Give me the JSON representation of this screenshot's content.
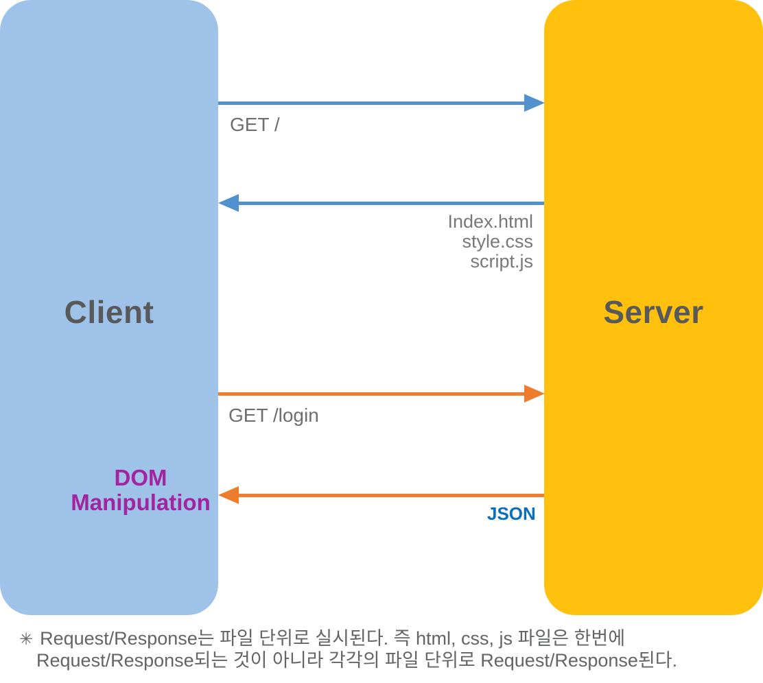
{
  "canvas": {
    "background": "#FFFFFF"
  },
  "client": {
    "label": "Client",
    "fill": "#9FC3E8",
    "text_color": "#58595B"
  },
  "server": {
    "label": "Server",
    "fill": "#FFC00E",
    "text_color": "#58595B"
  },
  "arrows": [
    {
      "name": "request-root",
      "label": "GET /",
      "direction": "client-to-server",
      "color": "#5091CE",
      "label_color": "#6D6E71"
    },
    {
      "name": "response-files",
      "lines": [
        "Index.html",
        "style.css",
        "script.js"
      ],
      "direction": "server-to-client",
      "color": "#5091CE",
      "label_color": "#77787B"
    },
    {
      "name": "request-login",
      "label": "GET /login",
      "direction": "client-to-server",
      "color": "#ED7C2F",
      "label_color": "#6D6E71"
    },
    {
      "name": "response-json",
      "label": "JSON",
      "direction": "server-to-client",
      "color": "#ED7C2F",
      "label_color": "#0970C0"
    }
  ],
  "dom_manipulation": {
    "lines": [
      "DOM",
      "Manipulation"
    ],
    "color": "#A2249E"
  },
  "note": {
    "bullet": "✳",
    "line1": "Request/Response는 파일 단위로 실시된다. 즉 html, css, js 파일은 한번에",
    "line2": "Request/Response되는 것이 아니라 각각의 파일 단위로 Request/Response된다.",
    "color": "#636466"
  }
}
